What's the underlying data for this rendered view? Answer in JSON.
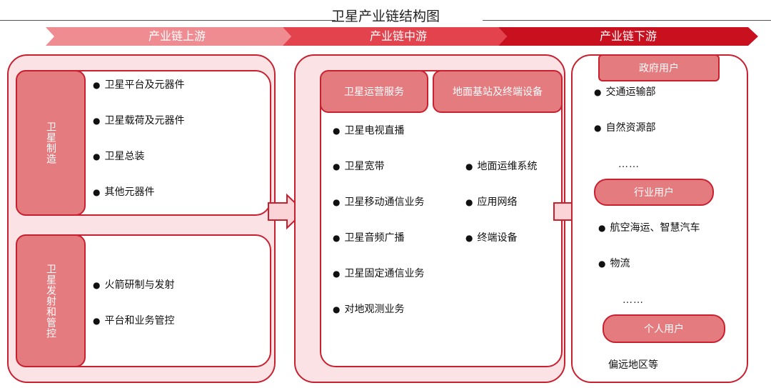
{
  "title": "卫星产业链结构图",
  "stages": [
    "产业链上游",
    "产业链中游",
    "产业链下游"
  ],
  "upstream": {
    "manufacturing": {
      "label": "卫星制造",
      "items": [
        "卫星平台及元器件",
        "卫星载荷及元器件",
        "卫星总装",
        "其他元器件"
      ]
    },
    "launch": {
      "label": "卫星发射和管控",
      "items": [
        "火箭研制与发射",
        "平台和业务管控"
      ]
    }
  },
  "midstream": {
    "header_left": "卫星运营服务",
    "header_right": "地面基站及终端设备",
    "left_items": [
      "卫星电视直播",
      "卫星宽带",
      "卫星移动通信业务",
      "卫星音频广播",
      "卫星固定通信业务",
      "对地观测业务"
    ],
    "right_items": [
      "地面运维系统",
      "应用网络",
      "终端设备"
    ]
  },
  "downstream": {
    "government": {
      "label": "政府用户",
      "items": [
        "交通运输部",
        "自然资源部"
      ],
      "more": "……"
    },
    "industry": {
      "label": "行业用户",
      "items": [
        "航空海运、智慧汽车",
        "物流"
      ],
      "more": "……"
    },
    "personal": {
      "label": "个人用户",
      "note": "偏远地区等"
    }
  },
  "colors": {
    "accent": "#c8202f",
    "bar_light": "#ef8c92",
    "bar_mid": "#e2434d",
    "bar_dark": "#c8101f",
    "fill_soft": "#fbe3e5"
  }
}
